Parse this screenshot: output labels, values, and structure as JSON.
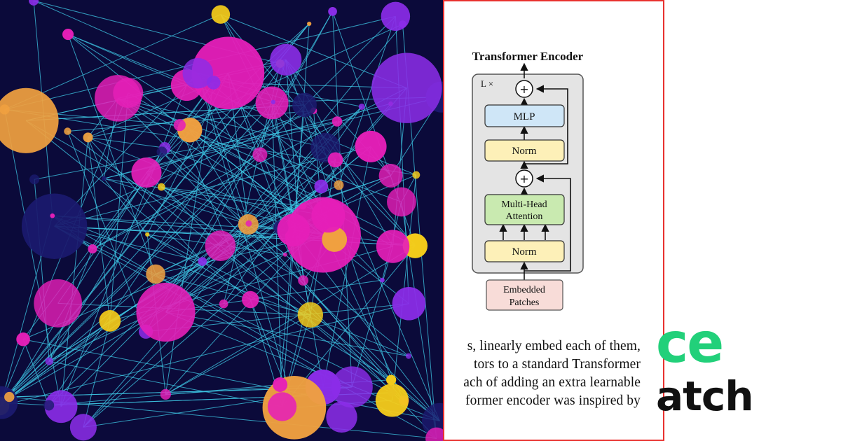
{
  "diagram": {
    "title": "Transformer Encoder",
    "repeat_label": "L ×",
    "blocks": {
      "mlp": "MLP",
      "norm_top": "Norm",
      "attention_line1": "Multi-Head",
      "attention_line2": "Attention",
      "norm_bottom": "Norm",
      "input_line1": "Embedded",
      "input_line2": "Patches"
    },
    "add_symbol": "+"
  },
  "paragraph": [
    "s, linearly embed each of them,",
    "tors to a standard Transformer",
    "ach of adding an extra learnable",
    "former encoder was inspired by"
  ],
  "brand": {
    "top": "ce",
    "bottom": "atch"
  },
  "colors": {
    "art_background": "#0b0a3a",
    "network_line": "#3ec9e6",
    "node_magenta": "#e61fb8",
    "node_purple": "#8b2de8",
    "node_yellow": "#f5cc1a",
    "node_orange": "#f0a040",
    "card_border": "#e8312f",
    "mlp_fill": "#cfe6f7",
    "norm_fill": "#fdf0b8",
    "attention_fill": "#c9eab0",
    "input_fill": "#f8dcd8",
    "encoder_box_fill": "#e4e4e4",
    "brand_green": "#22d07a"
  },
  "icons": [
    "plus-circle-icon",
    "arrow-up-icon"
  ]
}
